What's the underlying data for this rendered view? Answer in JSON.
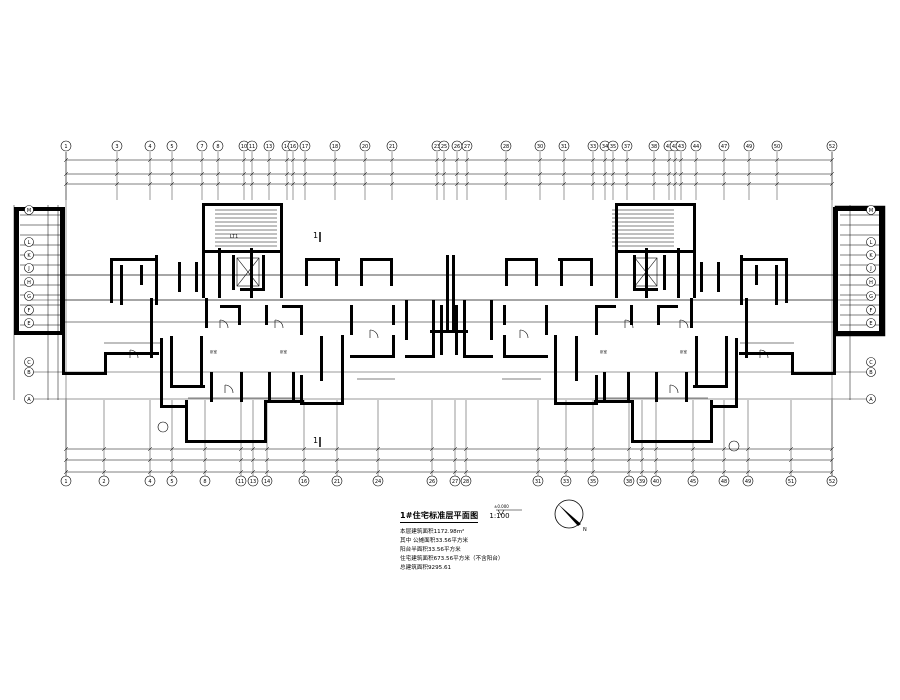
{
  "drawing": {
    "top_axis_labels": [
      "1",
      "3",
      "4",
      "5",
      "7",
      "8",
      "10",
      "11",
      "13",
      "14",
      "16",
      "17",
      "18",
      "20",
      "21",
      "23",
      "25",
      "26",
      "27",
      "28",
      "30",
      "31",
      "33",
      "34",
      "35",
      "37",
      "38",
      "41",
      "42",
      "43",
      "44",
      "47",
      "49",
      "50",
      "52"
    ],
    "bottom_axis_labels": [
      "1",
      "2",
      "4",
      "5",
      "8",
      "11",
      "13",
      "14",
      "16",
      "21",
      "24",
      "26",
      "27",
      "28",
      "31",
      "33",
      "35",
      "38",
      "39",
      "40",
      "45",
      "48",
      "49",
      "51",
      "52"
    ],
    "row_labels_left": [
      "M",
      "L",
      "K",
      "J",
      "H",
      "G",
      "F",
      "E",
      "C",
      "B",
      "A"
    ],
    "row_labels_right": [
      "M",
      "L",
      "K",
      "J",
      "H",
      "G",
      "F",
      "E",
      "C",
      "B",
      "A"
    ],
    "section_mark": "1",
    "elevator_label": "LT1",
    "room_tag": "卧室"
  },
  "title_block": {
    "title": "1#住宅标准层平面图",
    "scale": "1:100",
    "legend_mark": "±0.000",
    "lines": [
      "本层建筑面积1172.98m²",
      "其中    公摊面积33.56平方米",
      "           阳台半面积33.56平方米",
      "住宅建筑面积673.56平方米（不含阳台）",
      "总建筑面积9295.61"
    ]
  },
  "north_arrow": {
    "label": "N"
  },
  "colors": {
    "line": "#000000",
    "paper": "#ffffff"
  }
}
